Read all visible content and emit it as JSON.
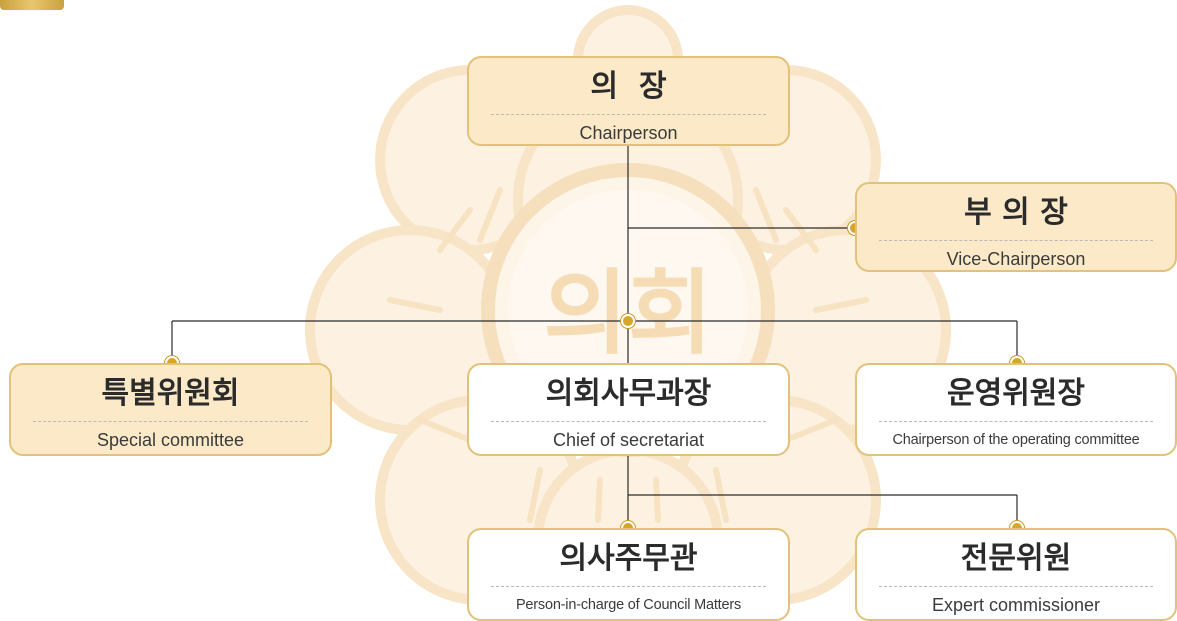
{
  "nodes": {
    "chair": {
      "ko": "의  장",
      "en": "Chairperson"
    },
    "vice_chair": {
      "ko": "부 의 장",
      "en": "Vice-Chairperson"
    },
    "special_committee": {
      "ko": "특별위원회",
      "en": "Special committee"
    },
    "secretariat_chief": {
      "ko": "의회사무과장",
      "en": "Chief of secretariat"
    },
    "operating_chair": {
      "ko": "운영위원장",
      "en": "Chairperson of the operating committee"
    },
    "council_affairs": {
      "ko": "의사주무관",
      "en": "Person-in-charge of Council Matters"
    },
    "expert": {
      "ko": "전문위원",
      "en": "Expert commissioner"
    }
  },
  "watermark": {
    "text": "의회"
  },
  "colors": {
    "box_tan": "#fbe9c7",
    "box_border": "#e2c27a",
    "connector": "#2b2b2b",
    "dot": "#d6a62b",
    "watermark": "#fbecd6"
  }
}
